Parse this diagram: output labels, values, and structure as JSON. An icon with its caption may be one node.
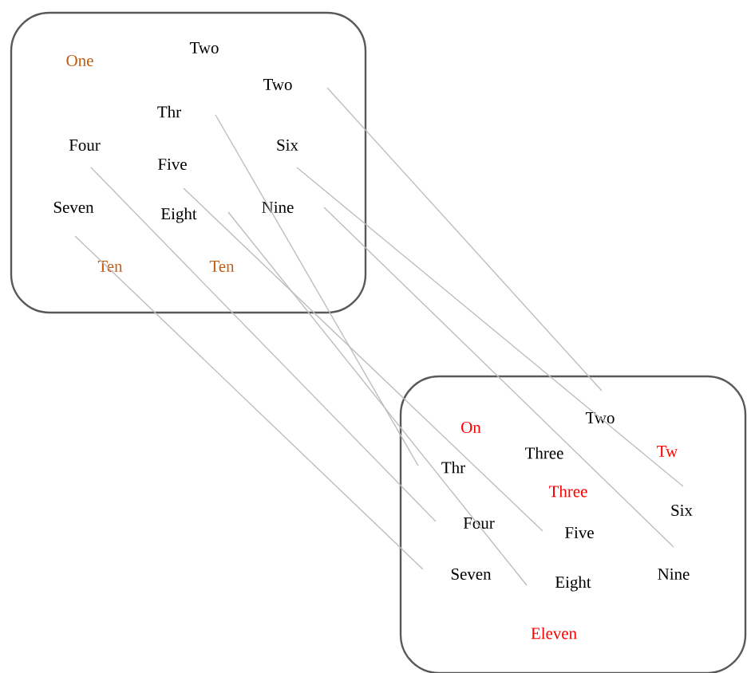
{
  "diagram": {
    "nodes": [
      {
        "text": [],
        "shape": "box"
      },
      {
        "text": [
          "One"
        ],
        "in": 0
      },
      {
        "text": [
          "Two"
        ],
        "in": 0
      },
      {
        "text": [
          "Two"
        ],
        "in": 0
      },
      {
        "text": [
          "Thr"
        ],
        "in": 0
      },
      {
        "text": [
          "Four"
        ],
        "in": 0
      },
      {
        "text": [
          "Five"
        ],
        "in": 0
      },
      {
        "text": [
          "Six"
        ],
        "in": 0
      },
      {
        "text": [
          "Seven"
        ],
        "in": 0
      },
      {
        "text": [
          "Eight"
        ],
        "in": 0
      },
      {
        "text": [
          "Nine"
        ],
        "in": 0
      },
      {
        "text": [
          "Ten"
        ],
        "in": 0
      },
      {
        "text": [
          "Ten"
        ],
        "in": 0
      },
      {
        "text": [],
        "shape": "box"
      },
      {
        "text": [
          "On"
        ],
        "in": 13
      },
      {
        "text": [
          "Two"
        ],
        "in": 13
      },
      {
        "text": [
          "Three"
        ],
        "in": 13
      },
      {
        "text": [
          "Tw"
        ],
        "in": 13
      },
      {
        "text": [
          "Thr"
        ],
        "in": 13
      },
      {
        "text": [
          "Three"
        ],
        "in": 13
      },
      {
        "text": [
          "Four"
        ],
        "in": 13
      },
      {
        "text": [
          "Five"
        ],
        "in": 13
      },
      {
        "text": [
          "Six"
        ],
        "in": 13
      },
      {
        "text": [
          "Seven"
        ],
        "in": 13
      },
      {
        "text": [
          "Eight"
        ],
        "in": 13
      },
      {
        "text": [
          "Nine"
        ],
        "in": 13
      },
      {
        "text": [
          "Eleven"
        ],
        "in": 13
      }
    ],
    "edges": [
      {
        "from": 3,
        "to": 15,
        "arrow": "none"
      },
      {
        "from": 4,
        "to": 18,
        "arrow": "none"
      },
      {
        "from": 5,
        "to": 20,
        "arrow": "none"
      },
      {
        "from": 6,
        "to": 21,
        "arrow": "none"
      },
      {
        "from": 7,
        "to": 22,
        "arrow": "none"
      },
      {
        "from": 8,
        "to": 23,
        "arrow": "none"
      },
      {
        "from": 9,
        "to": 24,
        "arrow": "none"
      },
      {
        "from": 10,
        "to": 25,
        "arrow": "none"
      }
    ]
  }
}
